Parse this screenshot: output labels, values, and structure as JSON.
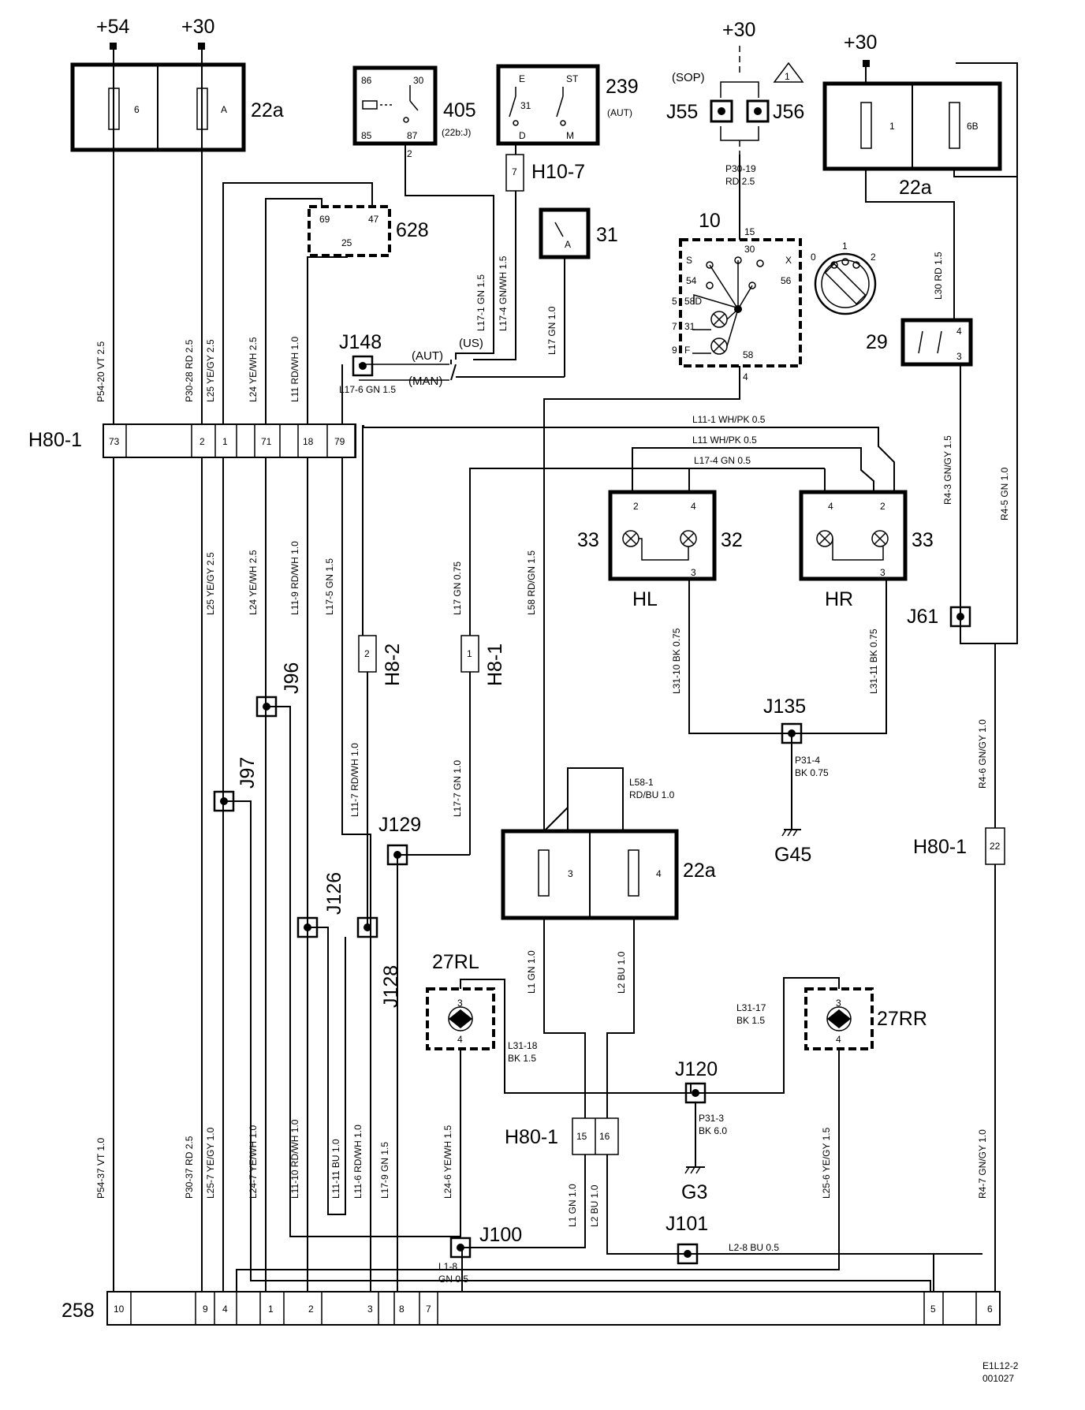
{
  "components": {
    "fusebox_top_left": {
      "id": "22a",
      "fuse_a": "6",
      "fuse_b": "A",
      "supply_a": "+54",
      "supply_b": "+30"
    },
    "fusebox_top_right": {
      "id": "22a",
      "fuse_a": "1",
      "fuse_b": "6B",
      "supply": "+30"
    },
    "fusebox_middle": {
      "id": "22a",
      "fuse_a": "3",
      "fuse_b": "4"
    },
    "relay_405": {
      "id": "405",
      "sub": "(22b:J)",
      "pins": [
        "86",
        "30",
        "85",
        "87"
      ],
      "out_pin": "2"
    },
    "switch_239": {
      "id": "239",
      "sub": "(AUT)",
      "pins": [
        "E",
        "ST",
        "31",
        "D",
        "M"
      ]
    },
    "connector_h10_7": {
      "id": "H10-7",
      "pin": "7"
    },
    "switch_31": {
      "id": "31",
      "pin": "A"
    },
    "module_628": {
      "id": "628",
      "pins": [
        "69",
        "47",
        "25"
      ]
    },
    "light_switch_10": {
      "id": "10",
      "pins": [
        "15",
        "30",
        "S",
        "X",
        "54",
        "56",
        "58D",
        "31",
        "F",
        "58"
      ],
      "side_nums": [
        "5",
        "7",
        "9"
      ],
      "out": "4"
    },
    "knob": {
      "labels": [
        "0",
        "1",
        "2"
      ]
    },
    "switch_29": {
      "id": "29",
      "pins": [
        "4",
        "3"
      ]
    },
    "supply_top_mid": {
      "label": "+30",
      "sop": "(SOP)",
      "warn": "1",
      "j55": "J55",
      "j56": "J56"
    },
    "lamp_hl": {
      "id": "HL",
      "left": "33",
      "right": "32",
      "pins": [
        "2",
        "4",
        "3"
      ]
    },
    "lamp_hr": {
      "id": "HR",
      "right": "33",
      "pins": [
        "4",
        "2",
        "3"
      ]
    },
    "lamp_27rl": {
      "id": "27RL",
      "pins": [
        "3",
        "4"
      ]
    },
    "lamp_27rr": {
      "id": "27RR",
      "pins": [
        "3",
        "4"
      ]
    },
    "connector_h80_1_top": {
      "id": "H80-1",
      "pins": [
        "73",
        "2",
        "1",
        "71",
        "18",
        "79"
      ]
    },
    "connector_h80_1_right": {
      "id": "H80-1",
      "pin": "22"
    },
    "connector_h80_1_mid": {
      "id": "H80-1",
      "pins": [
        "15",
        "16"
      ]
    },
    "connector_h8_2": {
      "id": "H8-2",
      "pin": "2"
    },
    "connector_h8_1": {
      "id": "H8-1",
      "pin": "1"
    },
    "connector_258": {
      "id": "258",
      "pins": [
        "10",
        "9",
        "4",
        "1",
        "2",
        "3",
        "8",
        "7",
        "5",
        "6"
      ]
    },
    "grounds": {
      "g45": "G45",
      "g3": "G3"
    },
    "footer": {
      "code1": "E1L12-2",
      "code2": "001027"
    }
  },
  "splices": [
    "J148",
    "J96",
    "J97",
    "J129",
    "J126",
    "J128",
    "J100",
    "J101",
    "J120",
    "J135",
    "J61"
  ],
  "wire_labels": {
    "w1": {
      "code": "P54-20",
      "color": "VT",
      "size": "2.5"
    },
    "w2": {
      "code": "P30-28",
      "color": "RD",
      "size": "2.5"
    },
    "w3": {
      "code": "L25",
      "color": "YE/GY",
      "size": "2.5"
    },
    "w4": {
      "code": "L24",
      "color": "YE/WH",
      "size": "2.5"
    },
    "w5": {
      "code": "L11",
      "color": "RD/WH",
      "size": "1.0"
    },
    "w6": {
      "code": "L17-6",
      "color": "GN",
      "size": "1.5"
    },
    "w7": {
      "code": "L17-1",
      "color": "GN",
      "size": "1.5"
    },
    "w8": {
      "code": "L17-4",
      "color": "GN/WH",
      "size": "1.5"
    },
    "w9": {
      "code": "L17",
      "color": "GN",
      "size": "1.0"
    },
    "w10": {
      "code": "P30-19",
      "color": "RD",
      "size": "2.5"
    },
    "w11": {
      "code": "L30",
      "color": "RD",
      "size": "1.5"
    },
    "w12": {
      "code": "R4-3",
      "color": "GN/GY",
      "size": "1.5"
    },
    "w13": {
      "code": "R4-5",
      "color": "GN",
      "size": "1.0"
    },
    "w14": {
      "code": "L11-1",
      "color": "WH/PK",
      "size": "0.5"
    },
    "w15": {
      "code": "L11",
      "color": "WH/PK",
      "size": "0.5"
    },
    "w16": {
      "code": "L17-4",
      "color": "GN",
      "size": "0.5"
    },
    "w17": {
      "code": "L25",
      "color": "YE/GY",
      "size": "2.5"
    },
    "w18": {
      "code": "L24",
      "color": "YE/WH",
      "size": "2.5"
    },
    "w19": {
      "code": "L11-9",
      "color": "RD/WH",
      "size": "1.0"
    },
    "w20": {
      "code": "L17-5",
      "color": "GN",
      "size": "1.5"
    },
    "w21": {
      "code": "L17",
      "color": "GN",
      "size": "0.75"
    },
    "w22": {
      "code": "L58",
      "color": "RD/GN",
      "size": "1.5"
    },
    "w23": {
      "code": "L31-10",
      "color": "BK",
      "size": "0.75"
    },
    "w24": {
      "code": "L31-11",
      "color": "BK",
      "size": "0.75"
    },
    "w25": {
      "code": "P31-4",
      "color": "BK",
      "size": "0.75"
    },
    "w26": {
      "code": "R4-6",
      "color": "GN/GY",
      "size": "1.0"
    },
    "w27": {
      "code": "L11-7",
      "color": "RD/WH",
      "size": "1.0"
    },
    "w28": {
      "code": "L17-7",
      "color": "GN",
      "size": "1.0"
    },
    "w29": {
      "code": "L58-1",
      "color": "RD/BU",
      "size": "1.0"
    },
    "w30": {
      "code": "L1",
      "color": "GN",
      "size": "1.0"
    },
    "w31": {
      "code": "L2",
      "color": "BU",
      "size": "1.0"
    },
    "w32": {
      "code": "L31-18",
      "color": "BK",
      "size": "1.5"
    },
    "w33": {
      "code": "L31-17",
      "color": "BK",
      "size": "1.5"
    },
    "w34": {
      "code": "P31-3",
      "color": "BK",
      "size": "6.0"
    },
    "w35": {
      "code": "P54-37",
      "color": "VT",
      "size": "1.0"
    },
    "w36": {
      "code": "P30-37",
      "color": "RD",
      "size": "2.5"
    },
    "w37": {
      "code": "L25-7",
      "color": "YE/GY",
      "size": "1.0"
    },
    "w38": {
      "code": "L24-7",
      "color": "YE/WH",
      "size": "1.0"
    },
    "w39": {
      "code": "L11-10",
      "color": "RD/WH",
      "size": "1.0"
    },
    "w40": {
      "code": "L11-11",
      "color": "BU",
      "size": "1.0"
    },
    "w41": {
      "code": "L11-6",
      "color": "RD/WH",
      "size": "1.0"
    },
    "w42": {
      "code": "L17-9",
      "color": "GN",
      "size": "1.5"
    },
    "w43": {
      "code": "L24-6",
      "color": "YE/WH",
      "size": "1.5"
    },
    "w44": {
      "code": "L25-6",
      "color": "YE/GY",
      "size": "1.5"
    },
    "w45": {
      "code": "R4-7",
      "color": "GN/GY",
      "size": "1.0"
    },
    "w46": {
      "code": "L1",
      "color": "GN",
      "size": "1.0"
    },
    "w47": {
      "code": "L2",
      "color": "BU",
      "size": "1.0"
    },
    "w48": {
      "code": "L2-8",
      "color": "BU",
      "size": "0.5"
    },
    "w49": {
      "code": "L1-8",
      "color": "GN",
      "size": "0.5"
    }
  },
  "notes": {
    "aut": "(AUT)",
    "man": "(MAN)",
    "us": "(US)"
  }
}
